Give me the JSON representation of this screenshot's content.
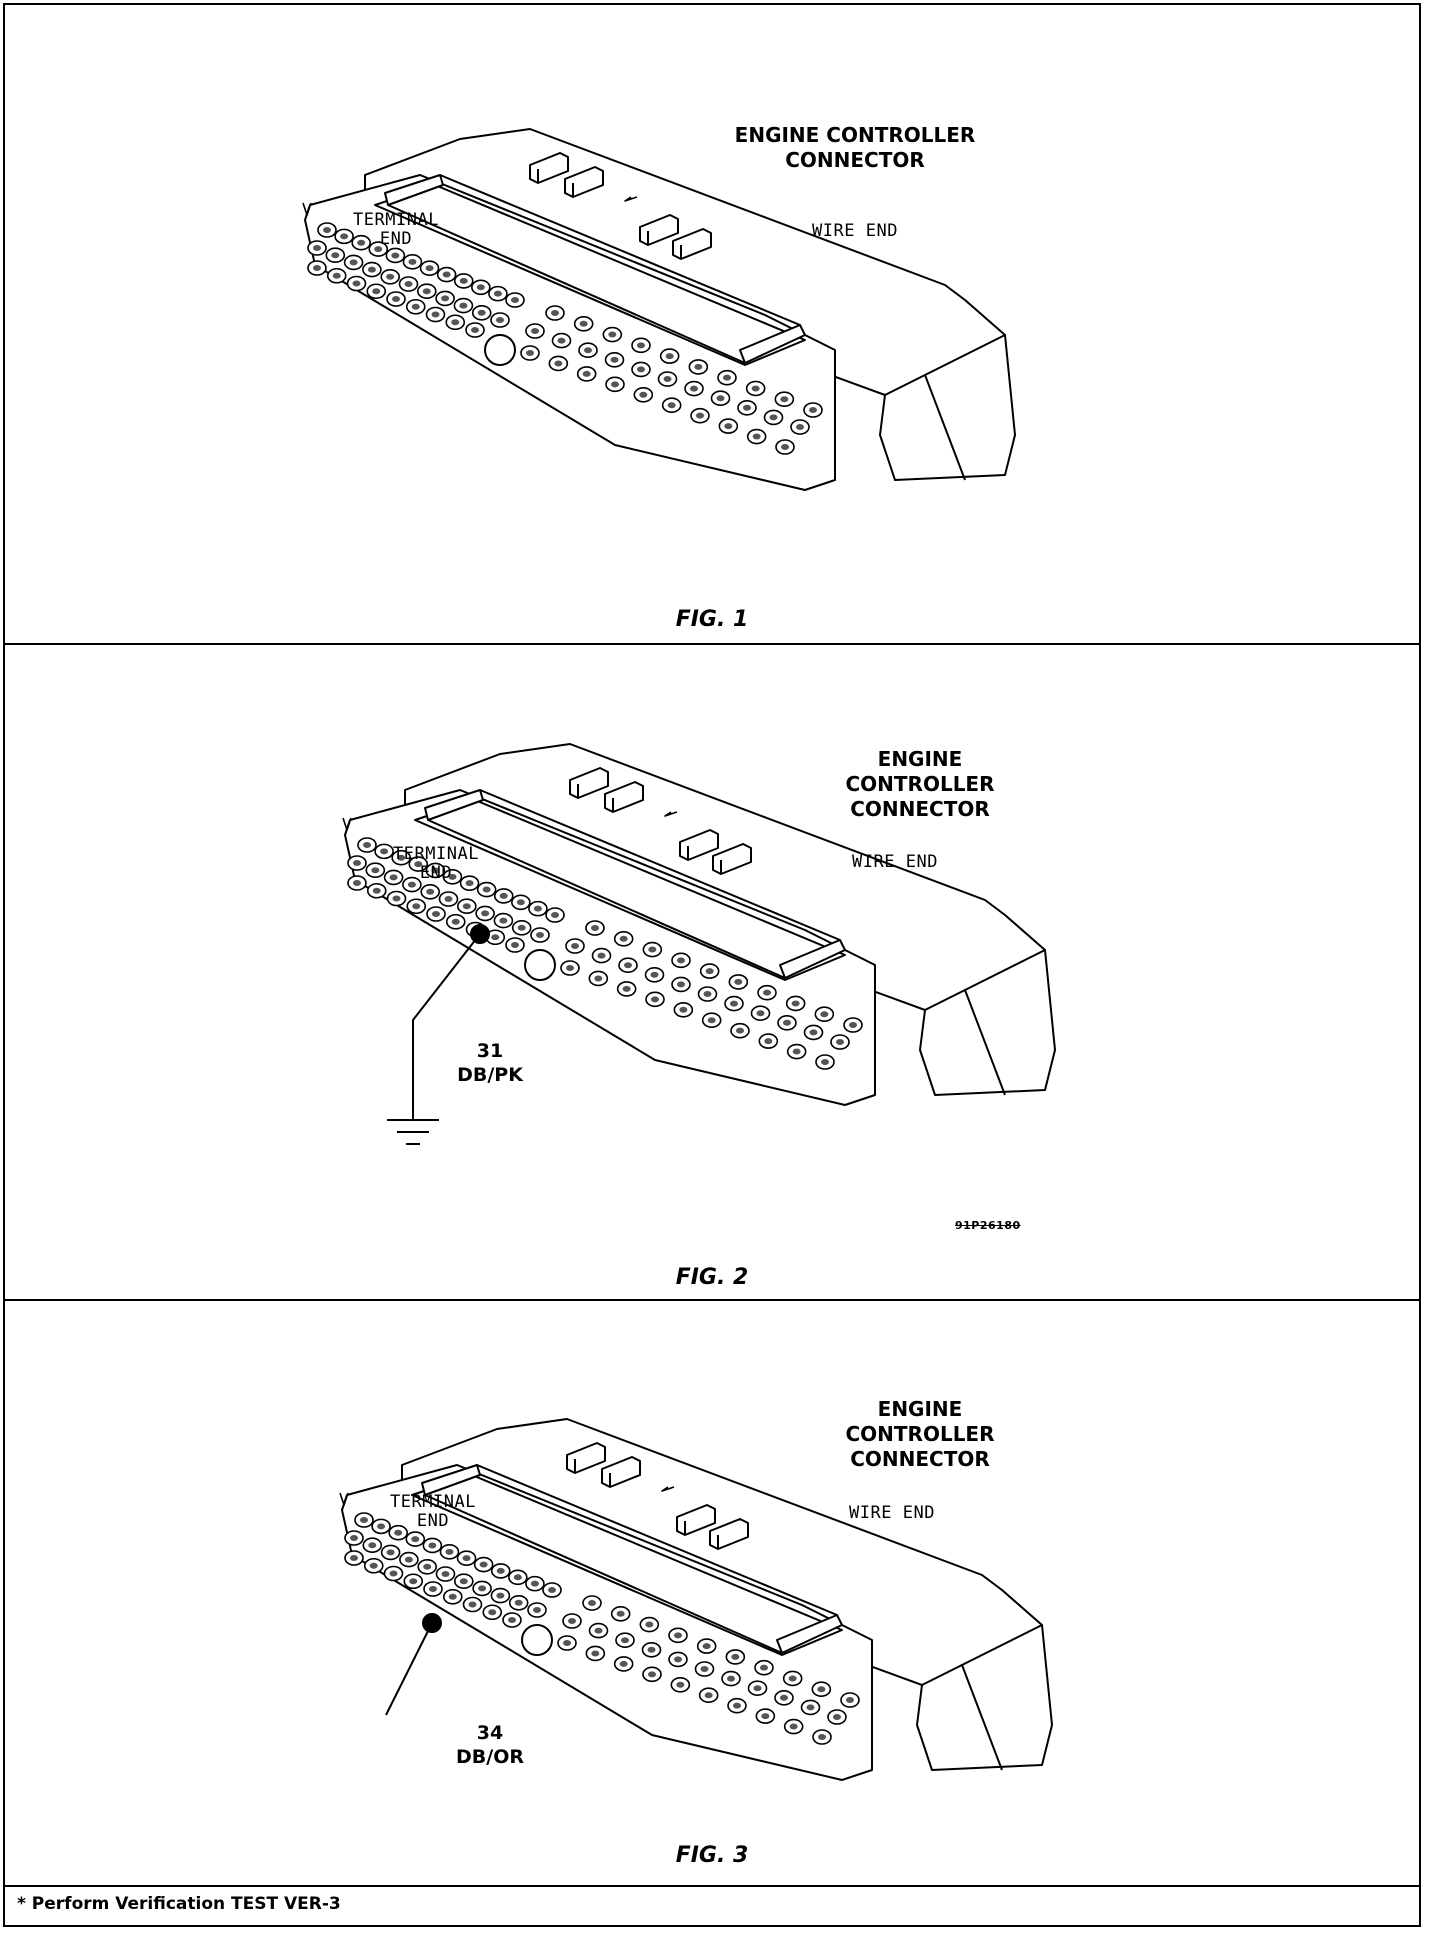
{
  "figures": [
    {
      "caption": "FIG. 1",
      "title_lines": [
        "ENGINE CONTROLLER",
        "CONNECTOR"
      ],
      "terminal_end": [
        "TERMINAL",
        "END"
      ],
      "wire_end": "WIRE END"
    },
    {
      "caption": "FIG. 2",
      "title_lines": [
        "ENGINE",
        "CONTROLLER",
        "CONNECTOR"
      ],
      "terminal_end": [
        "TERMINAL",
        "END"
      ],
      "wire_end": "WIRE END",
      "pin_number": "31",
      "wire_color": "DB/PK",
      "ground_symbol": "ground-icon",
      "drawing_code": "91P26180"
    },
    {
      "caption": "FIG. 3",
      "title_lines": [
        "ENGINE",
        "CONTROLLER",
        "CONNECTOR"
      ],
      "terminal_end": [
        "TERMINAL",
        "END"
      ],
      "wire_end": "WIRE END",
      "pin_number": "34",
      "wire_color": "DB/OR"
    }
  ],
  "footer": {
    "text": "* Perform Verification TEST VER-3"
  }
}
